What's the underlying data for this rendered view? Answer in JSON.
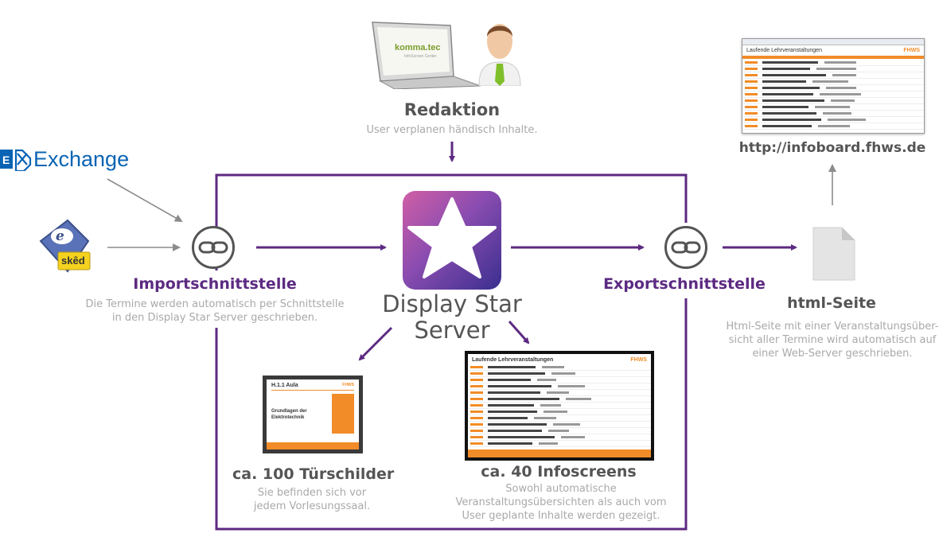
{
  "exchange": {
    "logo_text": "Exchange"
  },
  "sked": {
    "logo_text": "skêd"
  },
  "redaktion": {
    "title": "Redaktion",
    "desc": "User verplanen händisch Inhalte.",
    "laptop_brand": "komma.tec",
    "laptop_sub": "InfoScreen Center"
  },
  "import": {
    "title": "Importschnittstelle",
    "desc_line1": "Die Termine werden automatisch per Schnittstelle",
    "desc_line2": "in den Display Star Server geschrieben."
  },
  "server": {
    "title_line1": "Display Star",
    "title_line2": "Server"
  },
  "export": {
    "title": "Exportschnittstelle"
  },
  "html_page": {
    "title": "html-Seite",
    "desc_line1": "Html-Seite mit einer Veranstaltungsüber-",
    "desc_line2": "sicht aller Termine wird automatisch auf",
    "desc_line3": "einer Web-Server geschrieben."
  },
  "web": {
    "url": "http://infoboard.fhws.de",
    "screen_heading": "Laufende Lehrveranstaltungen",
    "brand": "FHWS"
  },
  "doorsigns": {
    "title": "ca. 100 Türschilder",
    "desc_line1": "Sie befinden sich vor",
    "desc_line2": "jedem Vorlesungssaal.",
    "room": "H.1.1 Aula",
    "course_line1": "Grundlagen der",
    "course_line2": "Elektrotechnik",
    "brand": "FHWS"
  },
  "infoscreens": {
    "title": "ca. 40 Infoscreens",
    "desc_line1": "Sowohl automatische",
    "desc_line2": "Veranstaltungsübersichten als auch vom",
    "desc_line3": "User geplante Inhalte werden gezeigt.",
    "screen_heading": "Laufende Lehrveranstaltungen",
    "brand": "FHWS"
  },
  "colors": {
    "purple": "#5c2a82",
    "gray_line": "#8c8c8c",
    "orange": "#f28c28",
    "exchange_blue": "#0a64b4"
  }
}
